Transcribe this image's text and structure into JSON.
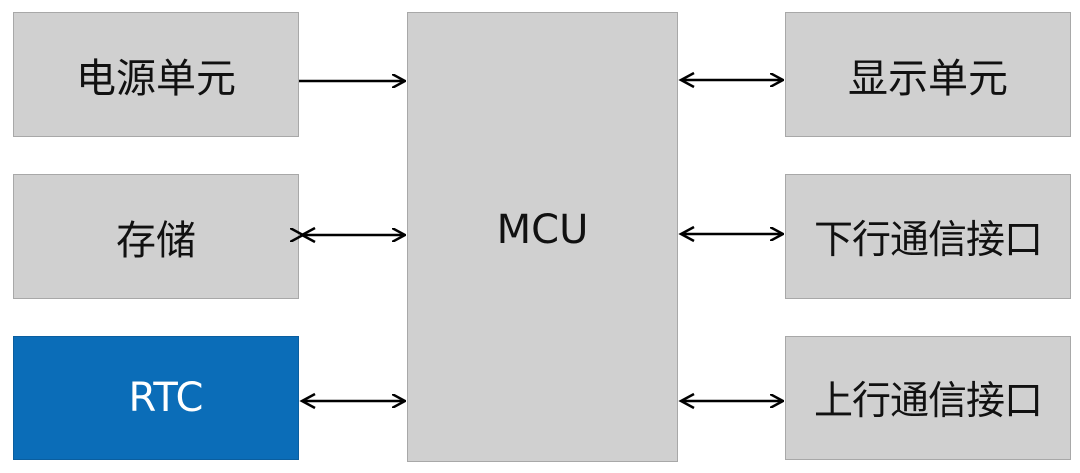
{
  "blocks": {
    "power_unit": "电源单元",
    "storage": "存储",
    "rtc": "RTC",
    "mcu": "MCU",
    "display_unit": "显示单元",
    "downlink_interface": "下行通信接口",
    "uplink_interface": "上行通信接口"
  },
  "colors": {
    "block_fill": "#d0d0d0",
    "block_border": "#a8a8a8",
    "rtc_fill": "#0b6db8",
    "text": "#111111",
    "rtc_text": "#ffffff",
    "arrow": "#000000"
  }
}
